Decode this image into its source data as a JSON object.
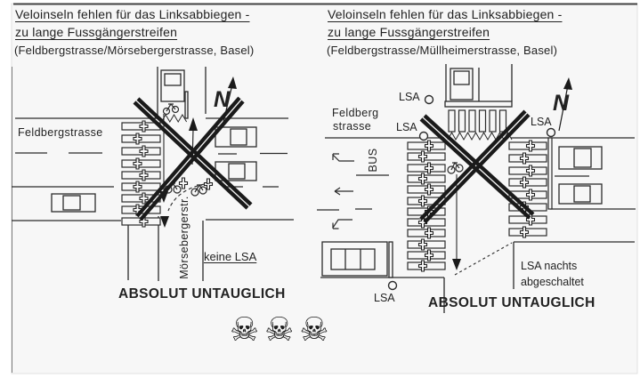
{
  "figure": {
    "panels": [
      {
        "id": "left",
        "title_line1": "Veloinseln fehlen für das Linksabbiegen -",
        "title_line2": "zu lange Fussgängerstreifen",
        "subtitle": "(Feldbergstrasse/Mörsebergerstrasse, Basel)",
        "labels": {
          "street_horizontal": "Feldbergstrasse",
          "street_vertical": "Mörsebergerstr.",
          "note": "keine LSA",
          "verdict": "ABSOLUT UNTAUGLICH",
          "compass": "N"
        }
      },
      {
        "id": "right",
        "title_line1": "Veloinseln fehlen für das Linksabbiegen -",
        "title_line2": "zu lange Fussgängerstreifen",
        "subtitle": "(Feldbergstrasse/Müllheimerstrasse, Basel)",
        "labels": {
          "street_horizontal_line1": "Feldberg",
          "street_horizontal_line2": "strasse",
          "bus": "BUS",
          "lsa": "LSA",
          "note_line1": "LSA nachts",
          "note_line2": "abgeschaltet",
          "verdict": "ABSOLUT UNTAUGLICH",
          "compass": "N"
        }
      }
    ],
    "footer": {
      "skull_icon": "☠"
    },
    "colors": {
      "background": "#f7f7f7",
      "ink": "#222222",
      "crossout": "#1a1a1a"
    }
  }
}
